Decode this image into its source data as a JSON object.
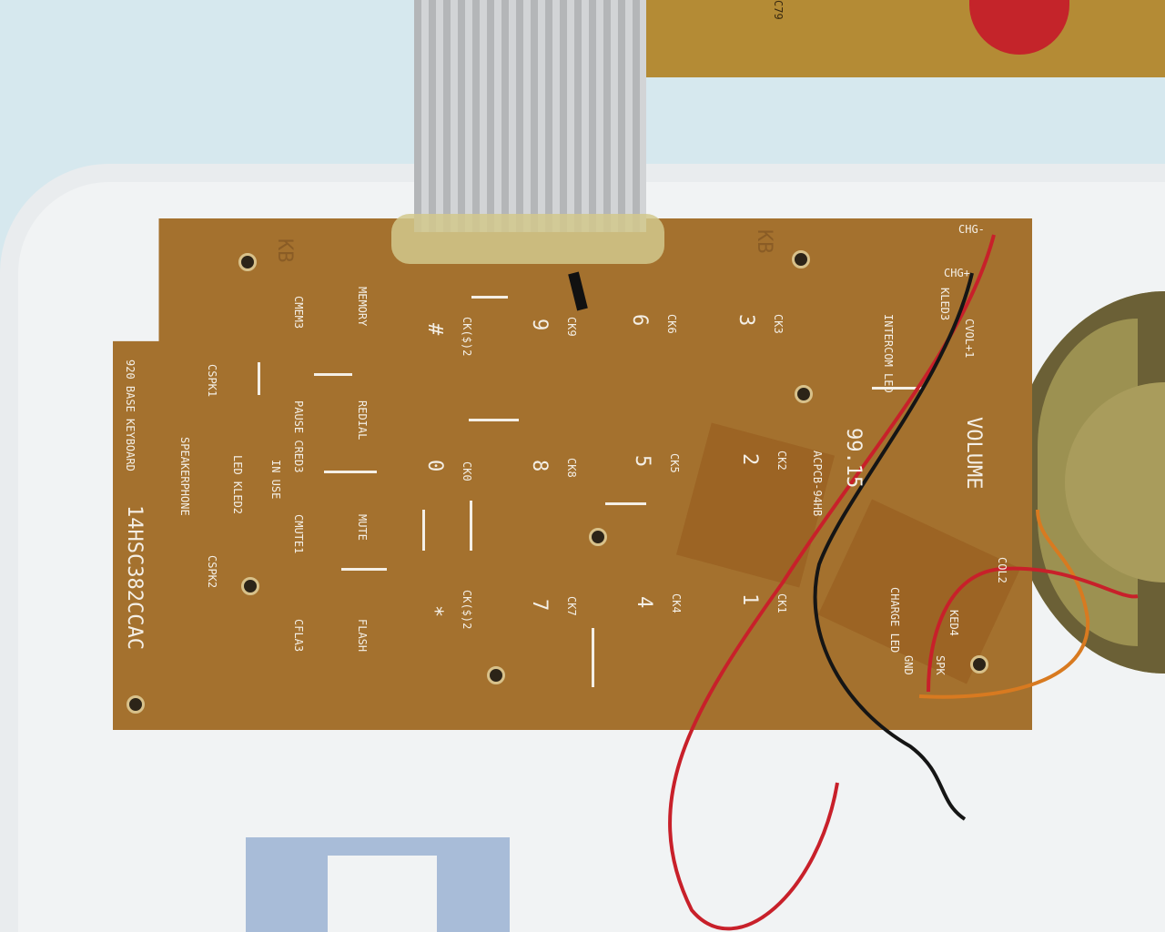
{
  "pcb": {
    "board_name": "920 BASE KEYBOARD",
    "part_number": "14HSC382CCAC",
    "volume": "VOLUME",
    "pad_labels": [
      "CHG-",
      "CHG+",
      "KLED3",
      "CVOL+1",
      "COL2",
      "KED4",
      "SPK",
      "GND"
    ],
    "leds": [
      "INTERCOM LED",
      "CHARGE LED",
      "LED KLED2",
      "IN USE",
      "SPEAKERPHONE"
    ],
    "keys": [
      "MEMORY",
      "CMEM3",
      "REDIAL",
      "PAUSE CRED3",
      "MUTE",
      "CMUTE1",
      "FLASH",
      "CFLA3",
      "CSPK1",
      "CSPK2"
    ],
    "digit_keys": [
      "CK($)2",
      "#",
      "CK9",
      "9",
      "CK6",
      "6",
      "CK3",
      "3",
      "CK0",
      "0",
      "CK8",
      "8",
      "CK5",
      "5",
      "CK2",
      "2",
      "CK($)2",
      "*",
      "CK7",
      "7",
      "CK4",
      "4",
      "CK1",
      "1"
    ],
    "rev_code": "ACPCB-94HB",
    "date_code": "99.15",
    "logo": "KB",
    "top_board_code": "C79"
  }
}
